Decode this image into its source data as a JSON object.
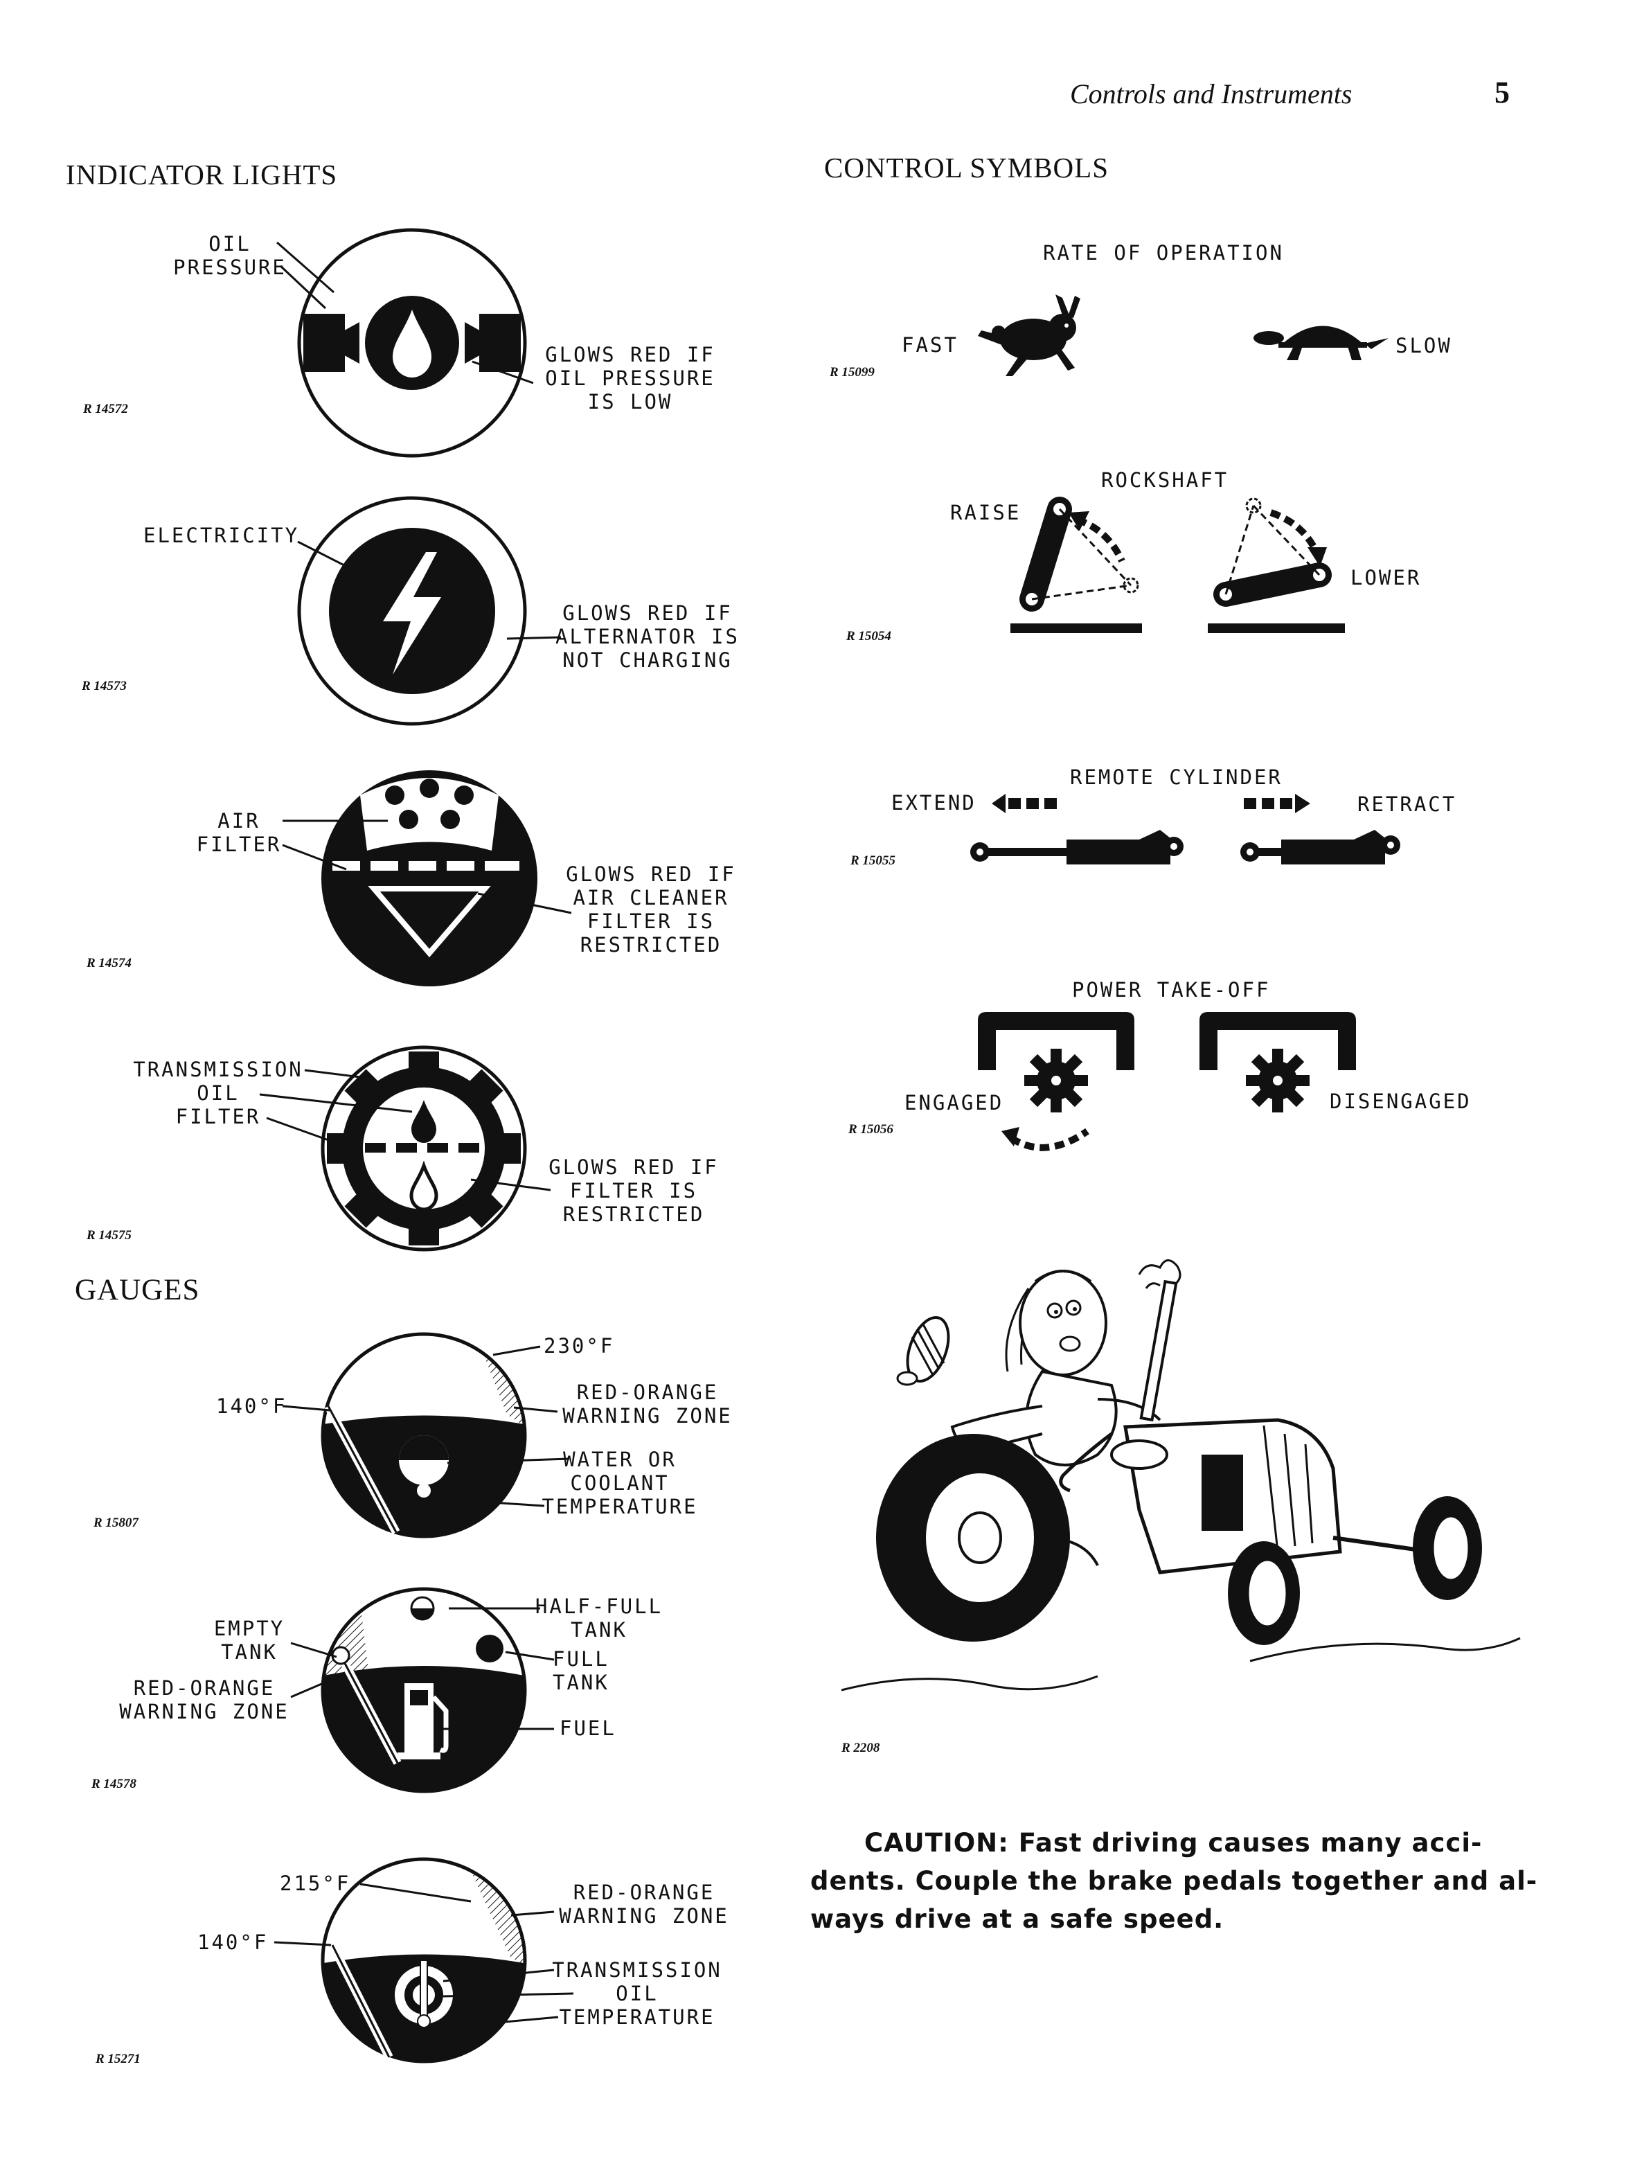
{
  "header": {
    "title": "Controls and Instruments",
    "page_number": "5"
  },
  "indicator_lights": {
    "heading": "INDICATOR LIGHTS",
    "oil": {
      "label": "OIL\nPRESSURE",
      "note": "GLOWS RED IF\nOIL PRESSURE\nIS LOW",
      "fig": "R 14572"
    },
    "electricity": {
      "label": "ELECTRICITY",
      "note": "GLOWS RED IF\nALTERNATOR IS\nNOT CHARGING",
      "fig": "R 14573"
    },
    "air_filter": {
      "label": "AIR\nFILTER",
      "note": "GLOWS RED IF\nAIR CLEANER\nFILTER IS\nRESTRICTED",
      "fig": "R 14574"
    },
    "transmission": {
      "label": "TRANSMISSION\nOIL\nFILTER",
      "note": "GLOWS RED IF\nFILTER IS\nRESTRICTED",
      "fig": "R 14575"
    }
  },
  "gauges": {
    "heading": "GAUGES",
    "water": {
      "hot": "230°F",
      "low": "140°F",
      "zone": "RED-ORANGE\nWARNING ZONE",
      "label": "WATER OR\nCOOLANT\nTEMPERATURE",
      "fig": "R 15807"
    },
    "fuel": {
      "empty": "EMPTY\nTANK",
      "zone": "RED-ORANGE\nWARNING ZONE",
      "half": "HALF-FULL\nTANK",
      "full": "FULL\nTANK",
      "label": "FUEL",
      "fig": "R 14578"
    },
    "trans": {
      "hot": "215°F",
      "low": "140°F",
      "zone": "RED-ORANGE\nWARNING ZONE",
      "label": "TRANSMISSION\nOIL\nTEMPERATURE",
      "fig": "R 15271"
    }
  },
  "control_symbols": {
    "heading": "CONTROL SYMBOLS",
    "rate": {
      "title": "RATE OF OPERATION",
      "fast": "FAST",
      "slow": "SLOW",
      "fig": "R 15099"
    },
    "rockshaft": {
      "title": "ROCKSHAFT",
      "raise": "RAISE",
      "lower": "LOWER",
      "fig": "R 15054"
    },
    "remote": {
      "title": "REMOTE CYLINDER",
      "extend": "EXTEND",
      "retract": "RETRACT",
      "fig": "R 15055"
    },
    "pto": {
      "title": "POWER TAKE-OFF",
      "engaged": "ENGAGED",
      "disengaged": "DISENGAGED",
      "fig": "R 15056"
    }
  },
  "cartoon": {
    "fig": "R 2208"
  },
  "caution": {
    "line1": "CAUTION: Fast driving causes many acci-",
    "line2": "dents. Couple the brake pedals together and al-",
    "line3": "ways drive at a safe speed."
  }
}
